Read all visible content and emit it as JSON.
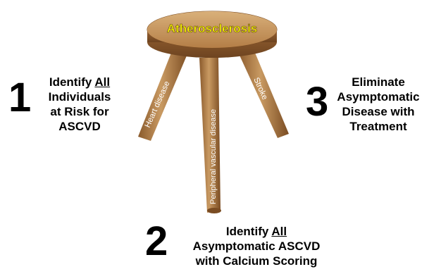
{
  "stool": {
    "seat_label": "Atherosclerosis",
    "legs": {
      "left": "Heart disease",
      "center": "Peripheral vascular disease",
      "right": "Stroke"
    }
  },
  "pillars": {
    "left": {
      "number": "1",
      "lines": [
        {
          "pre": "Identify ",
          "underlined": "All"
        },
        {
          "pre": "Individuals"
        },
        {
          "pre": "at Risk for"
        },
        {
          "pre": "ASCVD"
        }
      ]
    },
    "bottom": {
      "number": "2",
      "lines": [
        {
          "pre": "Identify ",
          "underlined": "All"
        },
        {
          "pre": "Asymptomatic ASCVD"
        },
        {
          "pre": "with Calcium Scoring"
        }
      ]
    },
    "right": {
      "number": "3",
      "lines": [
        {
          "pre": "Eliminate"
        },
        {
          "pre": "Asymptomatic"
        },
        {
          "pre": "Disease with"
        },
        {
          "pre": "Treatment"
        }
      ]
    }
  },
  "colors": {
    "seat_text": "#ffff00",
    "leg_text": "#ffffff",
    "wood_light": "#c58e55",
    "wood_dark": "#7a4c22"
  }
}
